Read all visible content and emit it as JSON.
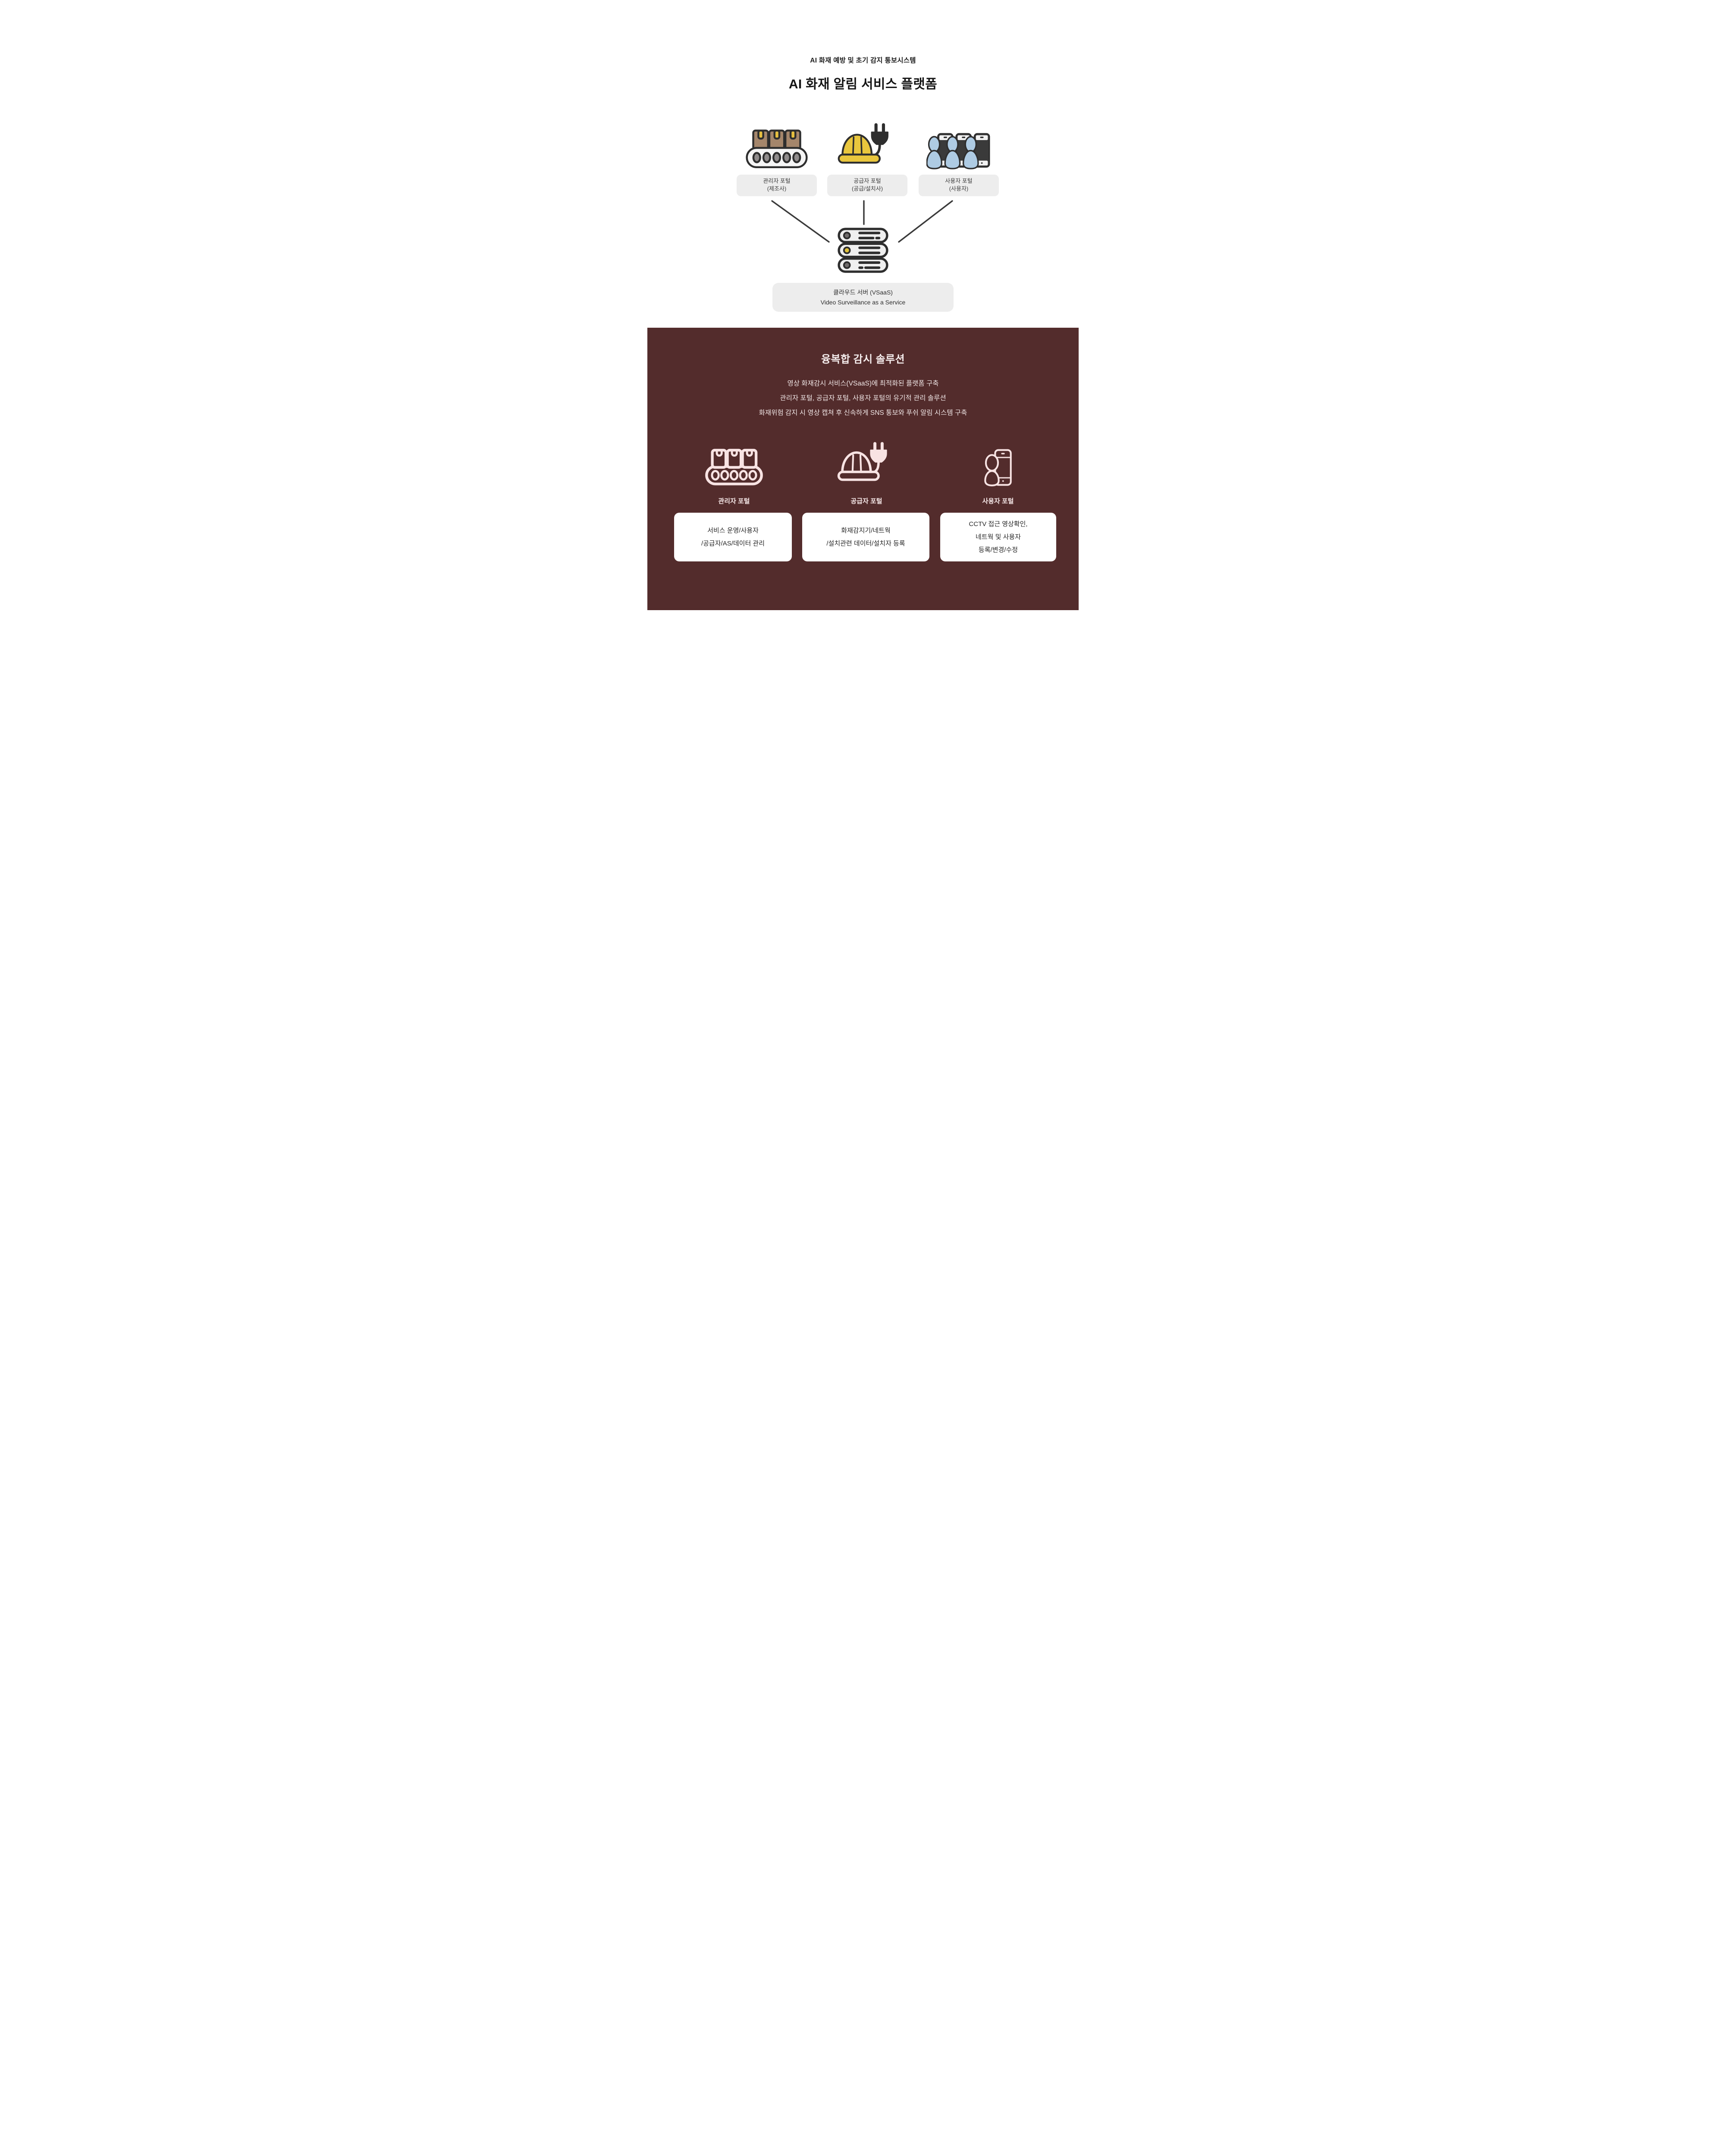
{
  "hero": {
    "subtitle": "AI 화재 예방 및 초기 감지 통보시스템",
    "title": "AI 화재 알림 서비스 플랫폼"
  },
  "portals": [
    {
      "name": "관리자 포털",
      "sub": "(제조사)",
      "icon": "conveyor-boxes-icon"
    },
    {
      "name": "공급자 포털",
      "sub": "(공급/설치사)",
      "icon": "hardhat-plug-icon"
    },
    {
      "name": "사용자 포털",
      "sub": "(사용자)",
      "icon": "users-phones-icon"
    }
  ],
  "cloud": {
    "icon": "server-stack-icon",
    "label_ko": "클라우드 서버 (VSaaS)",
    "label_en": "Video Surveillance as a Service"
  },
  "solution": {
    "heading": "융복합 감시 솔루션",
    "lines": [
      "영상 화재감시 서비스(VSaaS)에 최적화된 플랫폼 구축",
      "관리자 포털, 공급자 포털, 사용자 포털의 유기적 관리 솔루션",
      "화재위험 감지 시 영상 캡쳐 후 신속하게 SNS 통보와 푸쉬 알림 시스템 구축"
    ],
    "features": [
      {
        "label": "관리자 포털",
        "icon": "conveyor-outline-icon",
        "card_lines": [
          "서비스 운영/사용자",
          "/공급자/AS/데이터 관리"
        ]
      },
      {
        "label": "공급자 포털",
        "icon": "hardhat-plug-outline-icon",
        "card_lines": [
          "화재감지기/네트웍",
          "/설치관련 데이터/설치자 등록"
        ]
      },
      {
        "label": "사용자 포털",
        "icon": "user-phone-outline-icon",
        "card_lines": [
          "CCTV 접근 영상확인,",
          "네트웍 및 사용자",
          "등록/변경/수정"
        ]
      }
    ]
  },
  "colors": {
    "section_dark_bg": "#532C2C",
    "label_box_bg": "#EDEDED",
    "card_bg": "#FFFFFF",
    "outline_pink": "#F8E3E3",
    "icon_line_dark": "#2E2E2E",
    "connector_line": "#3A3A3A",
    "accent_yellow": "#E5BE3F",
    "accent_blue": "#AECBE3",
    "box_brown": "#A5866B"
  }
}
